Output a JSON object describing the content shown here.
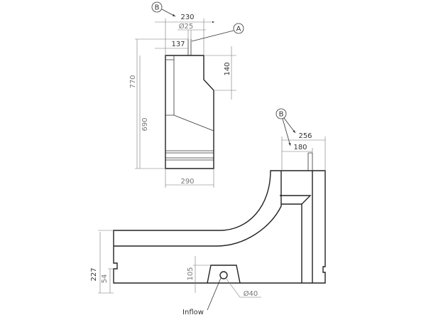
{
  "top_view": {
    "callout_b": "B",
    "callout_a": "A",
    "dim_width_top": "230",
    "dim_pipe_diameter": "Ø25",
    "dim_pipe_offset": "137",
    "dim_step_height": "140",
    "dim_total_height": "770",
    "dim_body_height": "690",
    "dim_width_bottom": "290"
  },
  "side_view": {
    "callout_b": "B",
    "dim_outer_width": "256",
    "dim_inner_width": "180",
    "dim_height": "227",
    "dim_notch_height": "54",
    "dim_inlet_height": "105",
    "dim_inlet_diameter": "Ø40",
    "inflow_label": "Inflow"
  }
}
